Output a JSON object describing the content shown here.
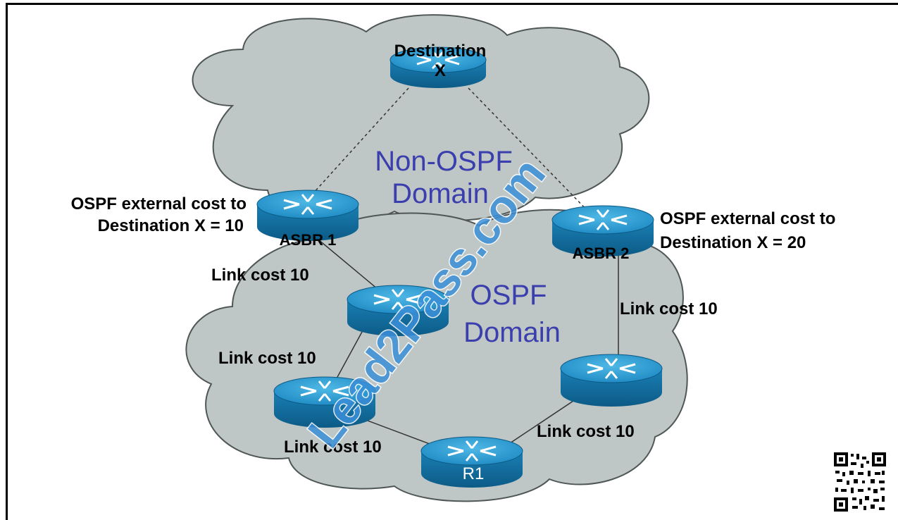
{
  "domains": {
    "non_ospf": {
      "line1": "Non-OSPF",
      "line2": "Domain"
    },
    "ospf": {
      "line1": "OSPF",
      "line2": "Domain"
    }
  },
  "routers": {
    "destination": {
      "line1": "Destination",
      "line2": "X"
    },
    "asbr1": "ASBR 1",
    "asbr2": "ASBR 2",
    "r1": "R1"
  },
  "annotations": {
    "asbr1_cost": {
      "line1": "OSPF external cost to",
      "line2": "Destination X = 10"
    },
    "asbr2_cost": {
      "line1": "OSPF external cost to",
      "line2": "Destination X = 20"
    }
  },
  "links": {
    "asbr1_to_mid": "Link cost 10",
    "asbr2_to_right": "Link cost 10",
    "mid_to_left": "Link cost 10",
    "left_to_r1": "Link cost 10",
    "right_to_r1": "Link cost 10"
  },
  "watermark": "Lead2Pass.com",
  "colors": {
    "cloud": "#bfc6c6",
    "cloud_outline": "#4f5656",
    "router_top": "#1f8fc8",
    "router_side": "#0f6d9e",
    "domain_text": "#3b3fae",
    "watermark": "#3b8fd8"
  }
}
